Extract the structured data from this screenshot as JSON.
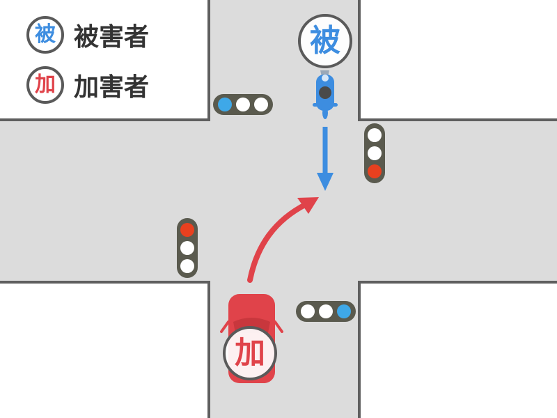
{
  "legend": {
    "victim": {
      "glyph": "被",
      "label": "被害者"
    },
    "offender": {
      "glyph": "加",
      "label": "加害者"
    }
  },
  "markers": {
    "victim_glyph": "被",
    "offender_glyph": "加"
  },
  "colors": {
    "victim_blue": "#3d8de0",
    "offender_red": "#e0434a",
    "road": "#dcdcdc",
    "curb": "#5f5f5f",
    "signal_housing": "#5a5a4e",
    "signal_red": "#e8401f",
    "signal_blue": "#3ea8e8",
    "signal_off": "#ffffff"
  },
  "signals": [
    {
      "id": "north",
      "lights": [
        "blue",
        "off",
        "off"
      ]
    },
    {
      "id": "east",
      "lights": [
        "off",
        "off",
        "red"
      ]
    },
    {
      "id": "west",
      "lights": [
        "red",
        "off",
        "off"
      ]
    },
    {
      "id": "south",
      "lights": [
        "off",
        "off",
        "blue"
      ]
    }
  ],
  "icons": {
    "victim_vehicle": "motorcycle-icon",
    "offender_vehicle": "car-icon",
    "victim_path": "straight-arrow-icon",
    "offender_path": "right-turn-arrow-icon"
  }
}
